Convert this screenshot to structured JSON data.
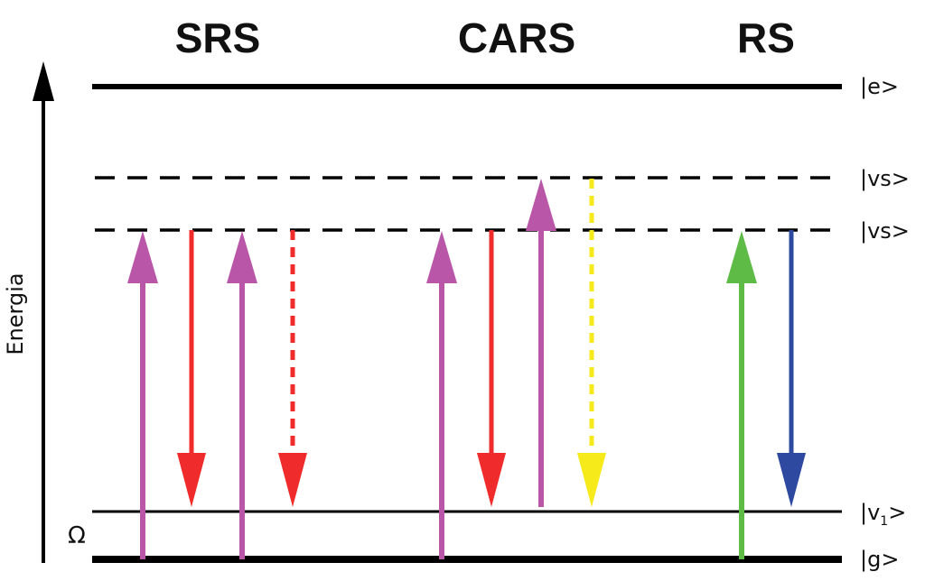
{
  "methods": {
    "srs": "SRS",
    "cars": "CARS",
    "rs": "RS"
  },
  "axis": {
    "label": "Energia"
  },
  "states": {
    "excited": "|e>",
    "virtual_upper": "|vs>",
    "virtual_lower": "|vs>",
    "vibrational_1_prefix": "|v",
    "vibrational_1_subscript": "1",
    "vibrational_1_suffix": ">",
    "ground": "|g>"
  },
  "omega_label": "Ω",
  "colors": {
    "pump": "#b956a8",
    "stokes": "#ef2b2b",
    "anti_stokes": "#f7ea1a",
    "rayleigh_excitation": "#5dbb46",
    "raman_emission": "#2e4aa0",
    "line": "#000000"
  }
}
